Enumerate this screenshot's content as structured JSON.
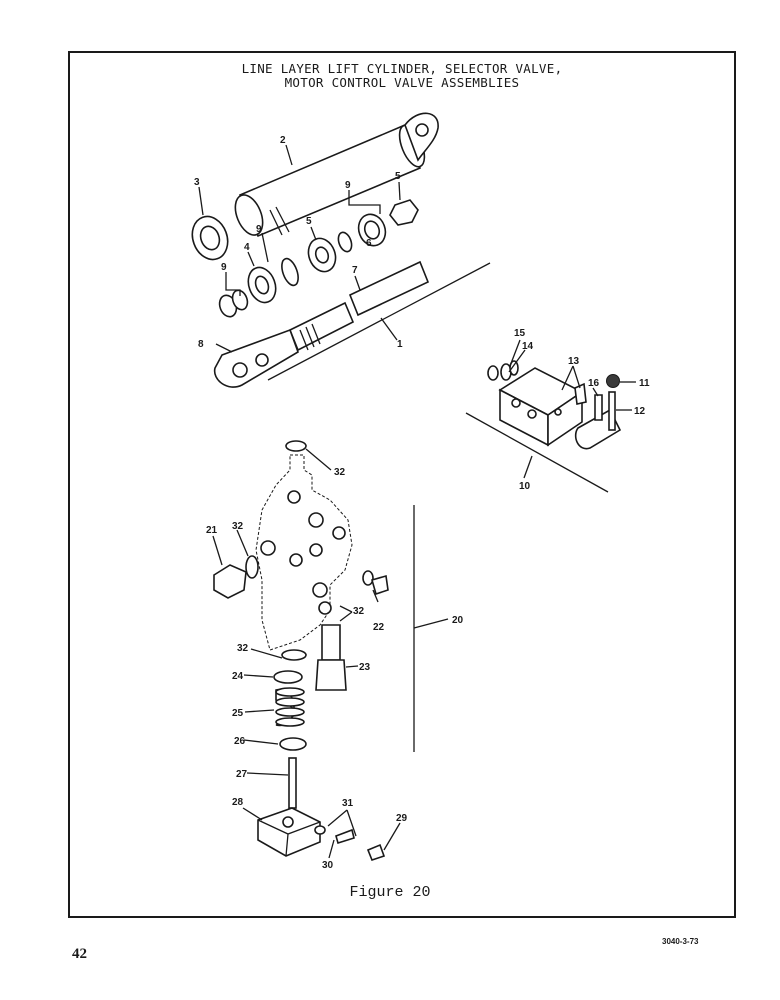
{
  "title_lines": [
    "LINE LAYER LIFT CYLINDER, SELECTOR VALVE,",
    "MOTOR CONTROL VALVE ASSEMBLIES"
  ],
  "caption": "Figure 20",
  "page_number": "42",
  "doc_code": "3040-3-73",
  "callouts": [
    "1",
    "2",
    "3",
    "4",
    "5",
    "5",
    "6",
    "7",
    "8",
    "9",
    "9",
    "9",
    "10",
    "11",
    "12",
    "13",
    "14",
    "15",
    "16",
    "20",
    "21",
    "22",
    "23",
    "24",
    "25",
    "26",
    "27",
    "28",
    "29",
    "30",
    "31",
    "32",
    "32",
    "32",
    "32"
  ]
}
